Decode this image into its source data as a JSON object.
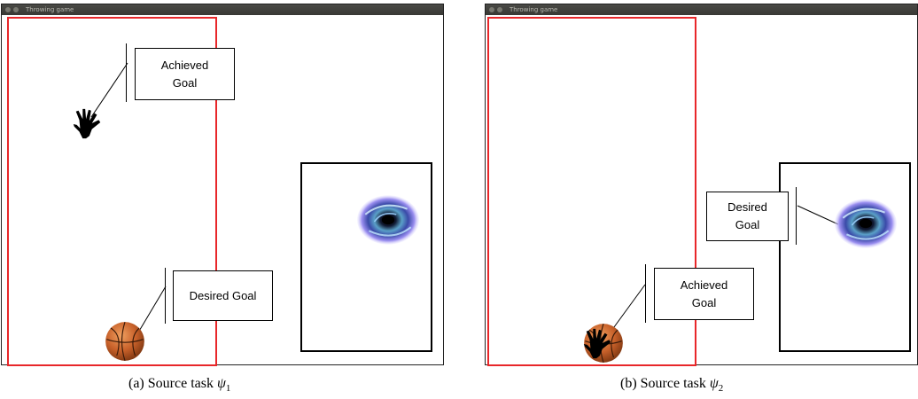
{
  "panels": [
    {
      "window_title": "Throwing game",
      "callout_top": "Achieved\nGoal",
      "callout_bottom": "Desired Goal",
      "caption_prefix": "(a) Source task ",
      "caption_symbol": "ψ",
      "caption_subscript": "1"
    },
    {
      "window_title": "Throwing game",
      "callout_top": "Desired\nGoal",
      "callout_bottom": "Achieved\nGoal",
      "caption_prefix": "(b) Source task ",
      "caption_symbol": "ψ",
      "caption_subscript": "2"
    }
  ],
  "icons": {
    "hand": "hand-icon",
    "ball": "basketball-icon",
    "portal": "portal-icon"
  },
  "colors": {
    "throw_zone_border": "#e8272a",
    "target_zone_border": "#000000",
    "titlebar": "#3c3c38"
  }
}
